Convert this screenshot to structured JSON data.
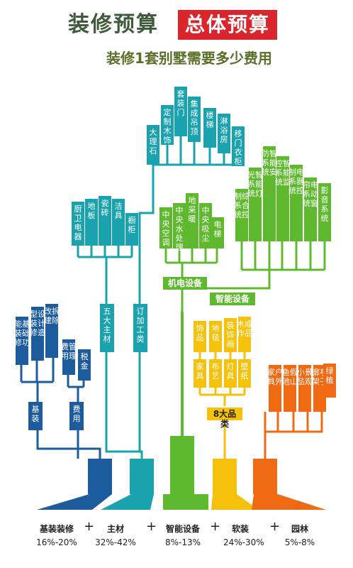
{
  "title": {
    "left": "装修预算",
    "box": "总体预算",
    "subtitle": "装修1套别墅需要多少费用"
  },
  "colors": {
    "navy": "#1d5c9c",
    "teal": "#1aa3ae",
    "green": "#5fb92e",
    "yellow": "#f5c10a",
    "orange": "#f06a14",
    "dark": "#2a2a2a"
  },
  "categories": [
    {
      "name": "基装装修",
      "range": "16%-20%",
      "color": "#1d5c9c"
    },
    {
      "name": "主材",
      "range": "32%-42%",
      "color": "#1aa3ae"
    },
    {
      "name": "智能设备",
      "range": "8%-13%",
      "color": "#5fb92e"
    },
    {
      "name": "软装",
      "range": "24%-30%",
      "color": "#f5c10a"
    },
    {
      "name": "园林",
      "range": "5%-8%",
      "color": "#f06a14"
    }
  ],
  "plus": "+",
  "jizhuang": {
    "branch": "基装",
    "fees": "费用",
    "items": [
      "基础功能装修",
      "设计造型装修",
      "拆除改建"
    ],
    "fee_items": [
      "管理费用",
      "税金"
    ]
  },
  "zhucai": {
    "branch_main": "五大主材",
    "branch_custom": "订加工类",
    "main_items": [
      "厨卫电器",
      "地板",
      "瓷砖",
      "洁具",
      "橱柜"
    ],
    "custom_items": [
      "大理石",
      "定制木饰",
      "套装门",
      "集成吊顶",
      "楼梯",
      "淋浴房",
      "移门衣柜"
    ]
  },
  "zhineng": {
    "branch_mep": "机电设备",
    "branch_smart": "智能设备",
    "mep_items": [
      "中央空调",
      "中央水处理",
      "地采暖",
      "中央吸尘",
      "电梯"
    ],
    "smart_items": [
      "综合控制系统",
      "智能灯光系统",
      "智能安防系统",
      "智能监控系统",
      "电器控制系统",
      "电动窗帘系统",
      "影音系统"
    ]
  },
  "ruanzhuang": {
    "branch": "8大品类",
    "top_items": [
      "饰品",
      "地毯",
      "装饰画",
      "成品木作"
    ],
    "bottom_items": [
      "家具",
      "布艺",
      "灯具",
      "壁纸"
    ]
  },
  "yuanlin": {
    "items": [
      "户外家具",
      "假山鱼池",
      "景观小品",
      "亭子廊架",
      "绿植"
    ]
  }
}
